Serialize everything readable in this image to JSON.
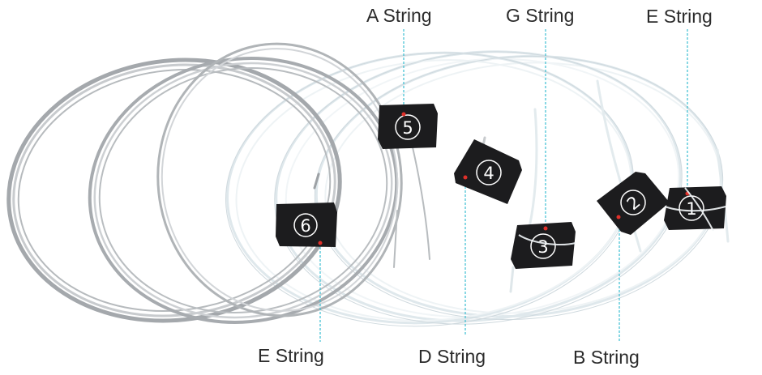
{
  "labels": {
    "top": [
      {
        "id": "a",
        "text": "A String"
      },
      {
        "id": "g",
        "text": "G String"
      },
      {
        "id": "e1",
        "text": "E String"
      }
    ],
    "bottom": [
      {
        "id": "e6",
        "text": "E String"
      },
      {
        "id": "d",
        "text": "D String"
      },
      {
        "id": "b",
        "text": "B String"
      }
    ]
  },
  "tags": [
    {
      "id": "t1",
      "number": "1"
    },
    {
      "id": "t2",
      "number": "2"
    },
    {
      "id": "t3",
      "number": "3"
    },
    {
      "id": "t4",
      "number": "4"
    },
    {
      "id": "t5",
      "number": "5"
    },
    {
      "id": "t6",
      "number": "6"
    }
  ],
  "colors": {
    "leader_line": "#3bbfd1",
    "tag_fill": "#1c1c1e",
    "marker_dot": "#e0302a",
    "steel_string": "#a8acb0",
    "nylon_string": "#e6eef2"
  }
}
